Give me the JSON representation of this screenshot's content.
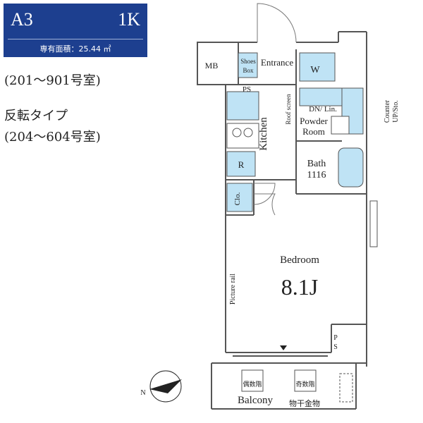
{
  "header": {
    "unit_type": "A3",
    "layout": "1K",
    "floor_area": "専有面積：25.44 ㎡"
  },
  "notes": {
    "rooms": "(201〜901号室)",
    "reverse_type": "反転タイプ",
    "reverse_rooms": "(204〜604号室)"
  },
  "plan": {
    "mb": "MB",
    "shoes_box_1": "Shoes",
    "shoes_box_2": "Box",
    "entrance": "Entrance",
    "washer": "W",
    "ps_top": "PS",
    "kitchen": "Kitchen",
    "fridge": "R",
    "closet": "Clo.",
    "roof_screen": "Roof screen",
    "dn_lin": "DN/ Lin.",
    "powder_room_1": "Powder",
    "powder_room_2": "Room",
    "counter_1": "Counter",
    "counter_2": "UP/Sto.",
    "bath": "Bath",
    "bath_size": "1116",
    "bedroom": "Bedroom",
    "bedroom_size": "8.1J",
    "picture_rail": "Picture rail",
    "ps_bottom_1": "P",
    "ps_bottom_2": "S",
    "balcony": "Balcony",
    "drying_hardware": "物干金物",
    "even_floor": "偶数階",
    "odd_floor": "奇数階",
    "north": "N"
  },
  "colors": {
    "badge_bg": "#1d3f8f",
    "fixture_blue": "#bfe3f5",
    "wall": "#555555"
  }
}
